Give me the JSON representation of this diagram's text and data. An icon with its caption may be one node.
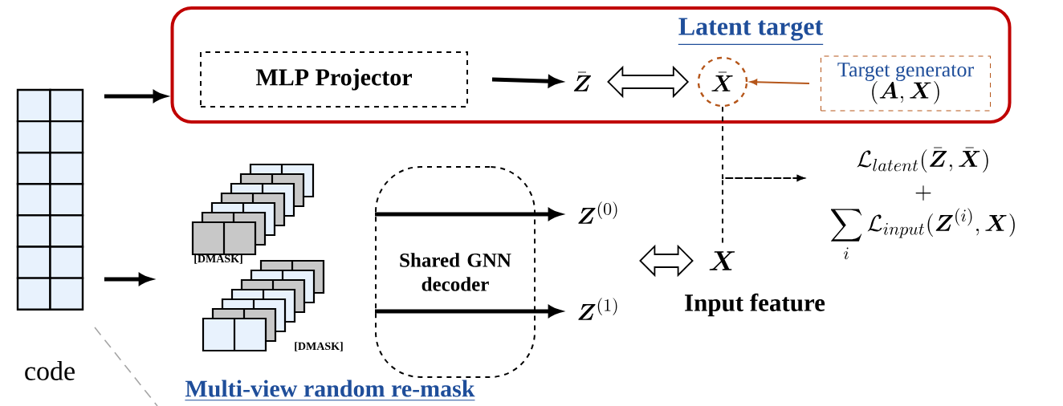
{
  "diagram": {
    "nodes": [
      {
        "text": [],
        "shape": "picture",
        "beside": [
          "code"
        ]
      },
      {
        "text": [
          "Latent target"
        ]
      },
      {
        "text": [
          "MLP Projector"
        ],
        "in": 1
      },
      {
        "text": [
          "\\bar{\\boldsymbol{Z}}"
        ],
        "in": 1
      },
      {
        "text": [
          "\\bar{\\boldsymbol{X}}"
        ],
        "in": 1
      },
      {
        "text": [
          "Target generator",
          "(\\boldsymbol{A}, \\boldsymbol{X})"
        ],
        "in": 1
      },
      {
        "text": [
          "[DMASK]",
          "[DMASK]"
        ]
      },
      {
        "text": [
          "Shared GNN decoder"
        ]
      },
      {
        "text": [
          "\\boldsymbol{Z}^{(0)}",
          "\\boldsymbol{Z}^{(1)}"
        ]
      },
      {
        "text": [
          "\\boldsymbol{X}"
        ],
        "beside": [
          "Input feature"
        ]
      },
      {
        "text": [
          "\\mathcal{L}_{latent}(\\bar{\\boldsymbol{Z}}, \\bar{\\boldsymbol{X}})",
          "+",
          "\\sum_i \\mathcal{L}_{input}(\\boldsymbol{Z}^{(i)}, \\boldsymbol{X})"
        ]
      }
    ],
    "edges": [
      {
        "from": 0,
        "to": 1,
        "arrow": "to"
      },
      {
        "from": 0,
        "to": 6,
        "arrow": "to"
      },
      {
        "from": 2,
        "to": 3,
        "arrow": "to"
      },
      {
        "from": 3,
        "to": 4,
        "arrow": "both"
      },
      {
        "from": 5,
        "to": 4,
        "arrow": "to",
        "color": "#b5561a"
      },
      {
        "from": 4,
        "to": 10,
        "arrow": "to",
        "style": "dashed"
      },
      {
        "from": 9,
        "to": 10,
        "arrow": "to",
        "style": "dashed"
      },
      {
        "from": 7,
        "to": 8,
        "arrow": "to"
      },
      {
        "from": 7,
        "to": 8,
        "arrow": "to"
      },
      {
        "from": 8,
        "to": 9,
        "arrow": "both"
      }
    ],
    "labels": [
      "Multi-view random re-mask"
    ]
  }
}
